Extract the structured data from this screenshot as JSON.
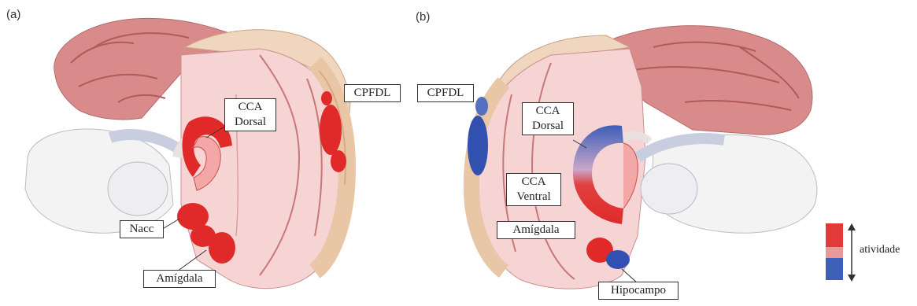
{
  "panels": {
    "a": {
      "letter": "(a)",
      "labels": {
        "cca_dorsal": [
          "CCA",
          "Dorsal"
        ],
        "cpfdl": "CPFDL",
        "nacc": "Nacc",
        "amigdala": "Amígdala"
      }
    },
    "b": {
      "letter": "(b)",
      "labels": {
        "cpfdl": "CPFDL",
        "cca_dorsal": [
          "CCA",
          "Dorsal"
        ],
        "cca_ventral": [
          "CCA",
          "Ventral"
        ],
        "amigdala": "Amígdala",
        "hipocampo": "Hipocampo"
      }
    }
  },
  "legend": {
    "label": "atividade",
    "colors": {
      "high": "#e23a3a",
      "mid": "#e89a9a",
      "low": "#3d5fb8"
    }
  },
  "colors": {
    "cortex": "#d98b8b",
    "cut_surface": "#f4cfcf",
    "activation_red": "#e02a2a",
    "deactivation_blue": "#3150b0",
    "brainstem": "#ececec"
  }
}
